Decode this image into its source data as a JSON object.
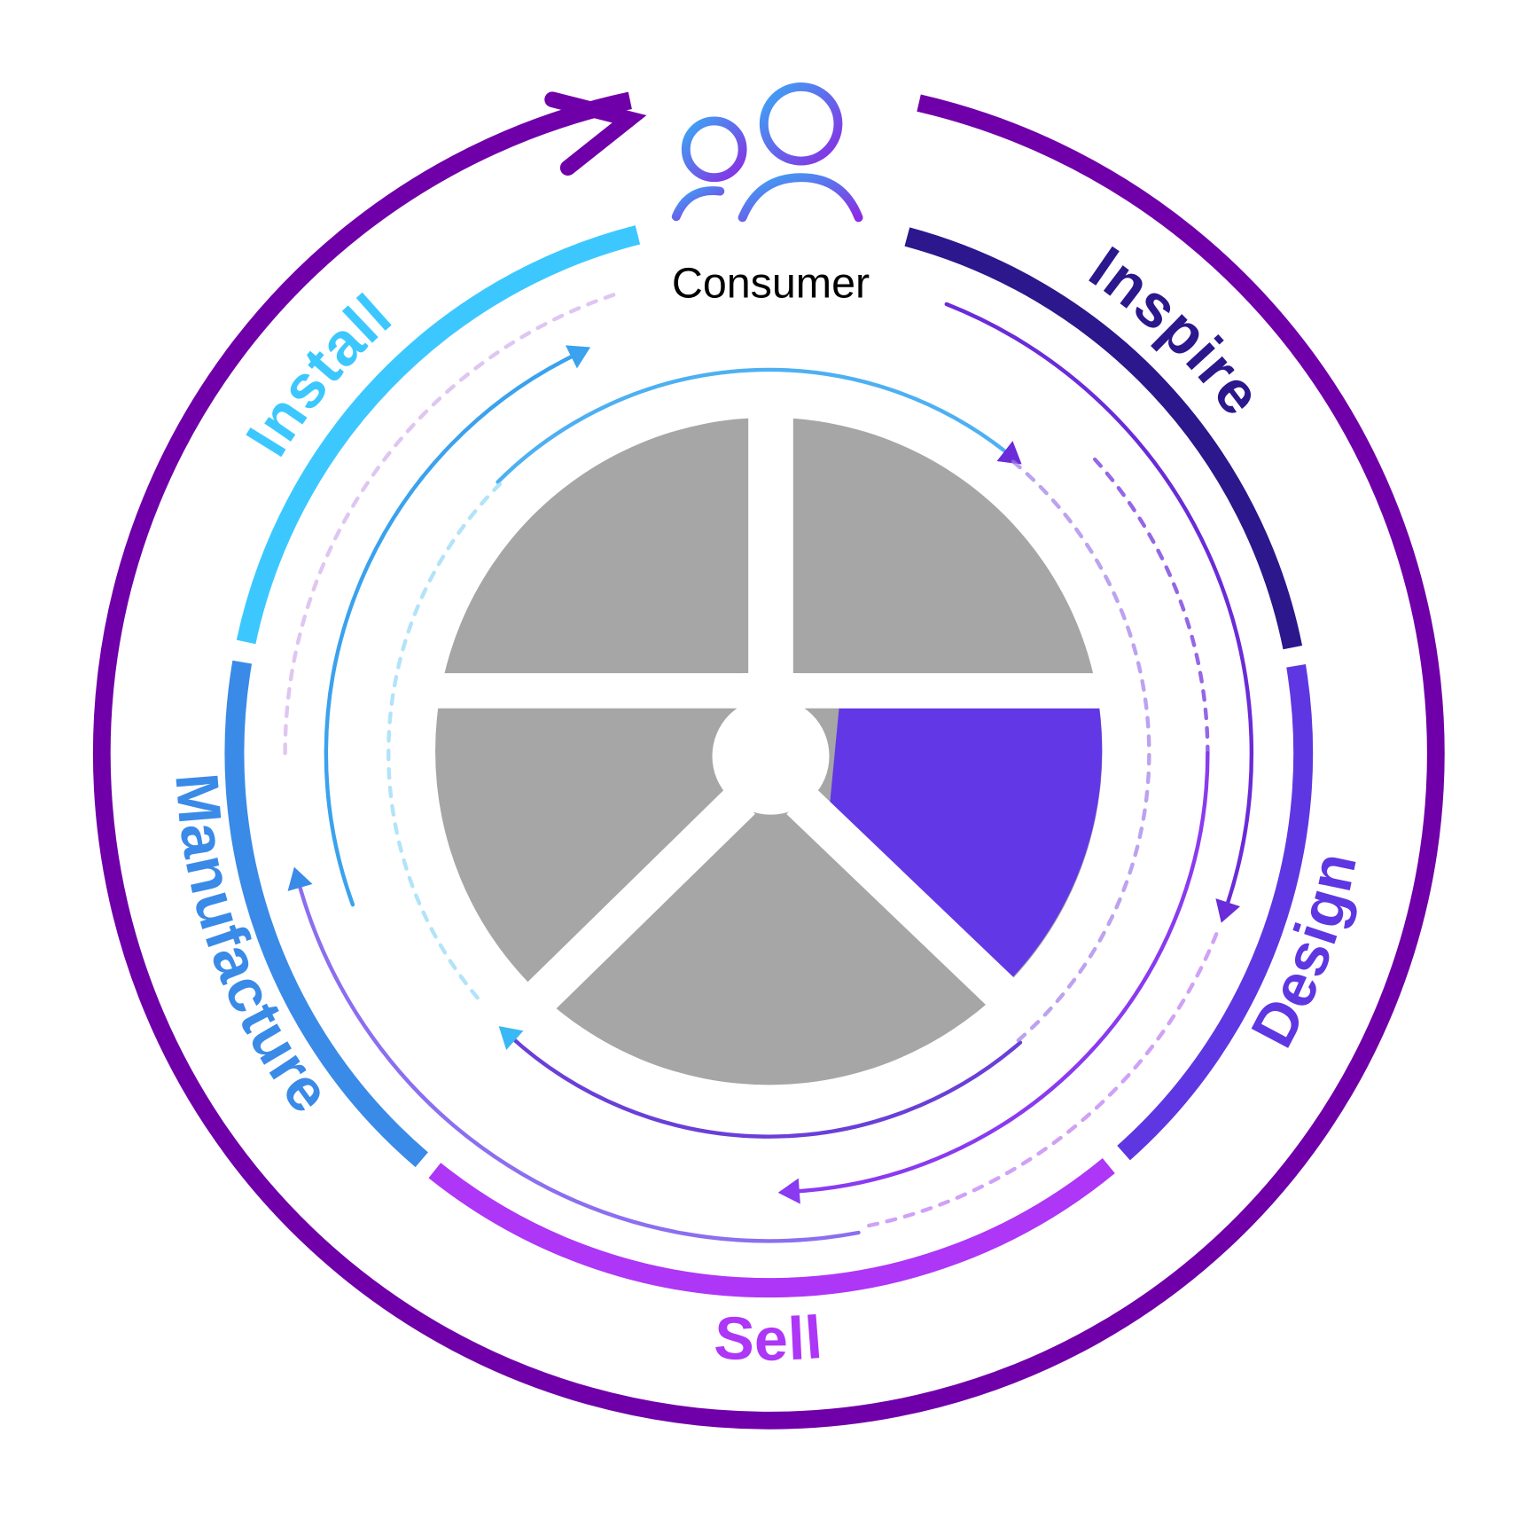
{
  "center_label": "Consumer",
  "stages": [
    {
      "key": "inspire",
      "label": "Inspire",
      "color": "#2c178c"
    },
    {
      "key": "design",
      "label": "Design",
      "color": "#5e37e2"
    },
    {
      "key": "sell",
      "label": "Sell",
      "color": "#ad36f7"
    },
    {
      "key": "manufacture",
      "label": "Manufacture",
      "color": "#3a8ae8"
    },
    {
      "key": "install",
      "label": "Install",
      "color": "#3cc8ff"
    }
  ],
  "colors": {
    "outer_ring": "#6f00a9",
    "pie_gray": "#a6a6a6",
    "pie_highlight": "#6238e6",
    "icon_blue": "#3a9ef0",
    "icon_purple": "#8a2be2"
  },
  "highlighted_segment": "design"
}
